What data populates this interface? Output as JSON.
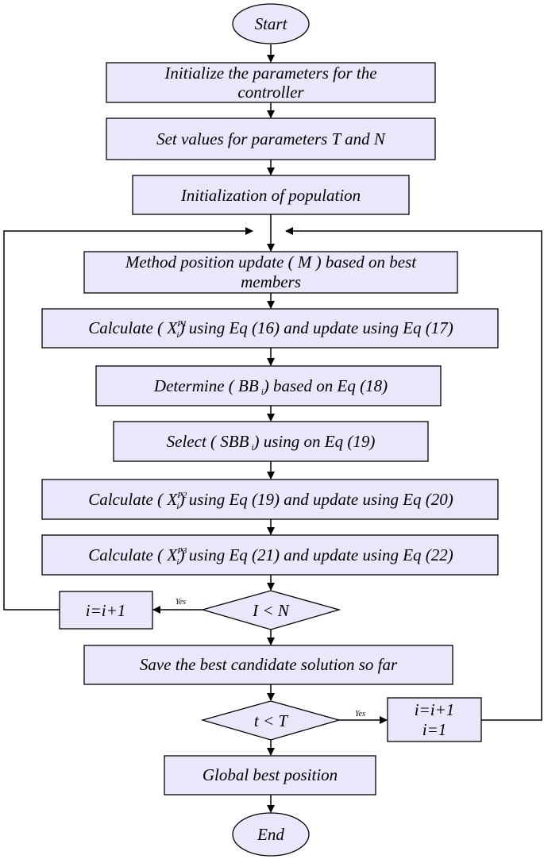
{
  "colors": {
    "box_fill": "#e8e8fa",
    "stroke": "#000000",
    "background": "#ffffff"
  },
  "nodes": {
    "start": "Start",
    "init_params_line1": "Initialize the parameters for the",
    "init_params_line2": "controller",
    "set_values": "Set values for parameters T and N",
    "init_population": "Initialization of population",
    "method_update_line1": "Method position update ( M ) based on best",
    "method_update_line2": "members",
    "calc_p1": {
      "prefix": "Calculate ( X",
      "sub": "i",
      "sup": "P1",
      "suffix": ") using Eq (16) and update using Eq (17)"
    },
    "determine_bb": {
      "prefix": "Determine ( BB",
      "sub": "i",
      "suffix": ") based on Eq (18)"
    },
    "select_sbb": {
      "prefix": "Select ( SBB",
      "sub": "i",
      "suffix": ") using on Eq (19)"
    },
    "calc_p2": {
      "prefix": "Calculate ( X",
      "sub": "i",
      "sup": "P2",
      "suffix": ") using Eq (19) and update using Eq (20)"
    },
    "calc_p3": {
      "prefix": "Calculate ( X",
      "sub": "i",
      "sup": "P3",
      "suffix": ") using Eq (21) and update using Eq (22)"
    },
    "decision_i": "I < N",
    "increment_i": "i=i+1",
    "save_best": "Save the best candidate solution so far",
    "decision_t": "t < T",
    "increment_t_line1": "i=i+1",
    "increment_t_line2": "i=1",
    "global_best": "Global best position",
    "end": "End"
  },
  "edges": {
    "yes_label_i": "Yes",
    "yes_label_t": "Yes"
  }
}
